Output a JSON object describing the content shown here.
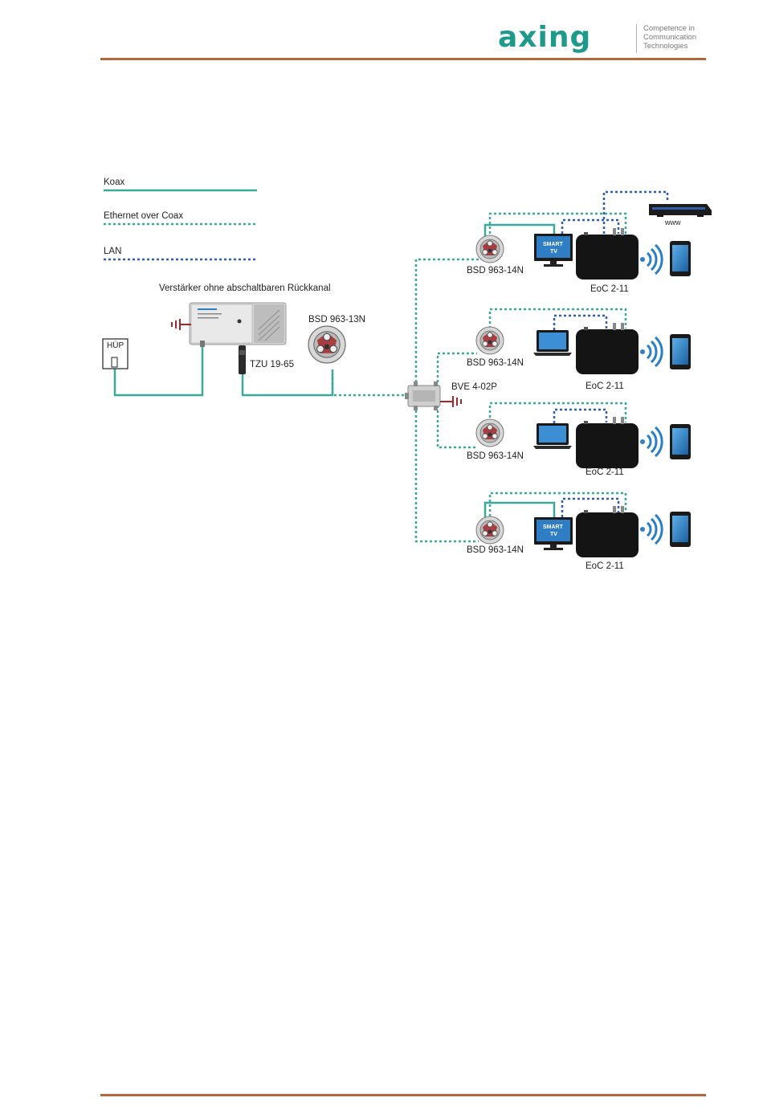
{
  "header": {
    "logo_text": "axing",
    "registered_mark": "®",
    "tagline": [
      "Competence in",
      "Communication",
      "Technologies"
    ]
  },
  "colors": {
    "accent_rule": "#b3673a",
    "coax": "#3aa89a",
    "eoc": "#3aa89a",
    "lan": "#2f5fa8",
    "ground": "#a3282c"
  },
  "legend": {
    "coax": "Koax",
    "eoc": "Ethernet over Coax",
    "lan": "LAN"
  },
  "diagram": {
    "amplifier_caption": "Verstärker ohne abschaltbaren Rückkanal",
    "hup_label": "HÜP",
    "tzu_label": "TZU 19-65",
    "main_socket_label": "BSD 963-13N",
    "splitter_label": "BVE 4-02P",
    "www_label": "www",
    "tv_label_line1": "SMART",
    "tv_label_line2": "TV",
    "branches": [
      {
        "socket": "BSD 963-14N",
        "device": "EoC 2-11",
        "endpoint": "smart-tv"
      },
      {
        "socket": "BSD 963-14N",
        "device": "EoC 2-11",
        "endpoint": "laptop"
      },
      {
        "socket": "BSD 963-14N",
        "device": "EoC 2-11",
        "endpoint": "laptop"
      },
      {
        "socket": "BSD 963-14N",
        "device": "EoC 2-11",
        "endpoint": "smart-tv"
      }
    ]
  }
}
